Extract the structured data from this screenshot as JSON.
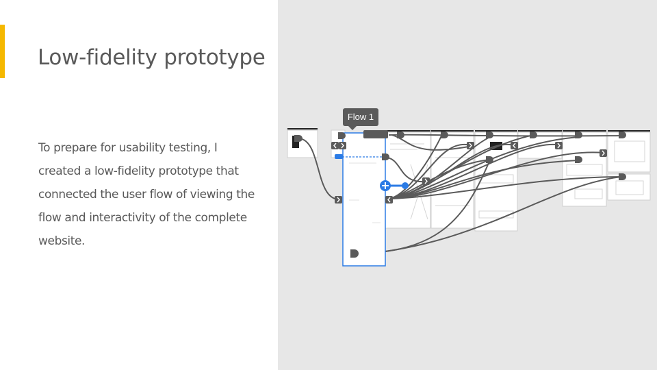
{
  "slide": {
    "title": "Low-fidelity prototype",
    "body": "To prepare for usability testing, I created a low-fidelity prototype that connected the user flow of viewing the flow and interactivity of the complete website."
  },
  "prototype": {
    "flow_label": "Flow 1",
    "colors": {
      "canvas": "#e7e7e7",
      "wire": "#555555",
      "selection": "#2b7be5",
      "accent": "#f5b800"
    }
  }
}
